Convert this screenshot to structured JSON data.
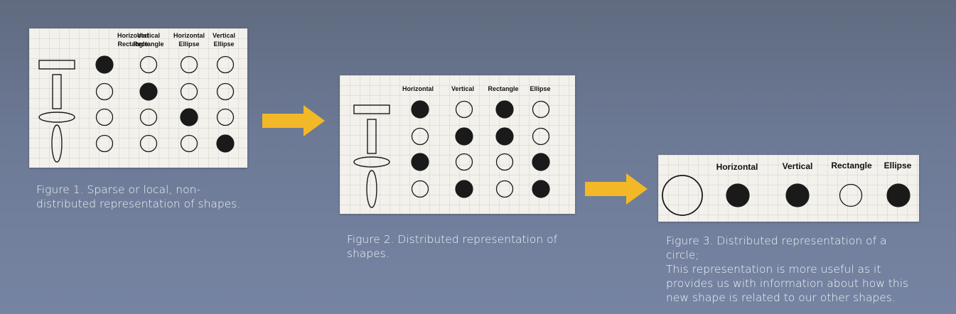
{
  "figure1": {
    "headers": [
      "Horizontal\nRectangle",
      "Vertical\nRectangle",
      "Horizontal\nEllipse",
      "Vertical\nEllipse"
    ],
    "rows": [
      {
        "shape": "horizontal-rectangle",
        "cells": [
          1,
          0,
          0,
          0
        ]
      },
      {
        "shape": "vertical-rectangle",
        "cells": [
          0,
          1,
          0,
          0
        ]
      },
      {
        "shape": "horizontal-ellipse",
        "cells": [
          0,
          0,
          1,
          0
        ]
      },
      {
        "shape": "vertical-ellipse",
        "cells": [
          0,
          0,
          0,
          1
        ]
      }
    ],
    "caption": "Figure 1. Sparse or local, non-\ndistributed representation of shapes."
  },
  "figure2": {
    "headers": [
      "Horizontal",
      "Vertical",
      "Rectangle",
      "Ellipse"
    ],
    "rows": [
      {
        "shape": "horizontal-rectangle",
        "cells": [
          1,
          0,
          1,
          0
        ]
      },
      {
        "shape": "vertical-rectangle",
        "cells": [
          0,
          1,
          1,
          0
        ]
      },
      {
        "shape": "horizontal-ellipse",
        "cells": [
          1,
          0,
          0,
          1
        ]
      },
      {
        "shape": "vertical-ellipse",
        "cells": [
          0,
          1,
          0,
          1
        ]
      }
    ],
    "caption": "Figure 2. Distributed representation of\nshapes."
  },
  "figure3": {
    "headers": [
      "Horizontal",
      "Vertical",
      "Rectangle",
      "Ellipse"
    ],
    "rows": [
      {
        "shape": "circle",
        "cells": [
          1,
          1,
          0,
          1
        ]
      }
    ],
    "caption": "Figure 3. Distributed representation of a circle;\nThis representation is more useful as it\nprovides us with information about how this\nnew shape is related to our other shapes."
  },
  "colors": {
    "filled": "#1a1a1a",
    "arrow": "#f2b827",
    "card": "#f3f1ec"
  }
}
